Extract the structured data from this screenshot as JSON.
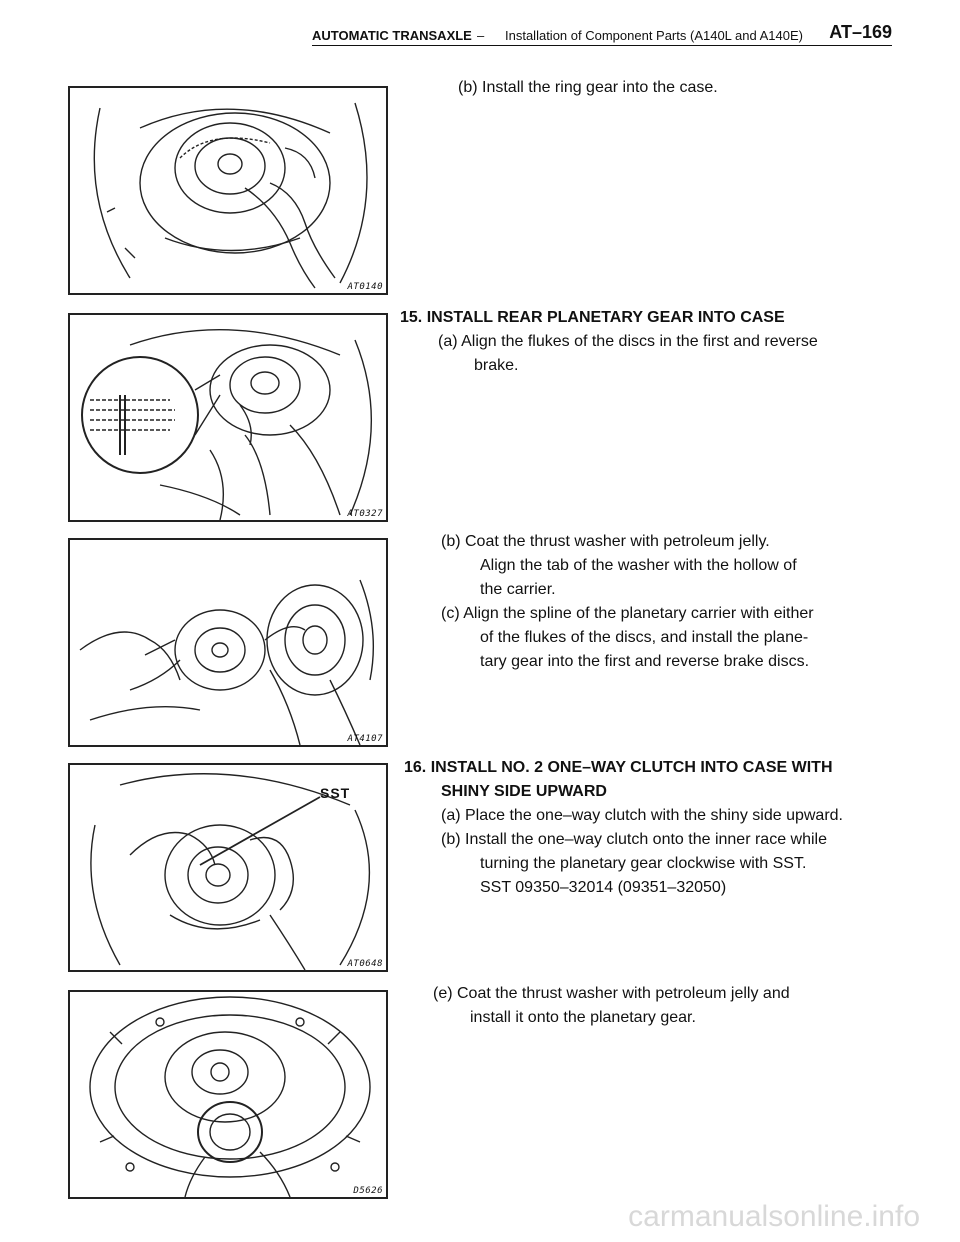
{
  "header": {
    "section": "AUTOMATIC TRANSAXLE",
    "separator": "–",
    "subtitle": "Installation of Component Parts (A140L and A140E)",
    "page": "AT–169"
  },
  "figures": [
    {
      "code": "AT0140"
    },
    {
      "code": "AT0327"
    },
    {
      "code": "AT4107"
    },
    {
      "code": "AT0648",
      "label": "SST"
    },
    {
      "code": "D5626"
    }
  ],
  "blocks": {
    "ring_gear": "(b) Install the ring gear into the case.",
    "step15_title": "15. INSTALL REAR PLANETARY GEAR INTO CASE",
    "step15_a_1": "(a) Align the flukes of the discs in the first and reverse",
    "step15_a_2": "brake.",
    "step15_b_1": "(b) Coat the thrust washer with petroleum jelly.",
    "step15_b_2": "Align the tab of the washer with the hollow of",
    "step15_b_3": "the carrier.",
    "step15_c_1": "(c) Align the spline of the planetary carrier with either",
    "step15_c_2": "of the flukes of the discs, and install the plane-",
    "step15_c_3": "tary gear into the first and reverse brake discs.",
    "step16_title_1": "16. INSTALL NO. 2 ONE–WAY CLUTCH INTO CASE WITH",
    "step16_title_2": "SHINY SIDE UPWARD",
    "step16_a": "(a) Place the one–way clutch with the shiny side upward.",
    "step16_b_1": "(b) Install the one–way clutch onto the inner race while",
    "step16_b_2": "turning the planetary gear clockwise with SST.",
    "step16_b_3": "SST 09350–32014 (09351–32050)",
    "step16_e_1": "(e) Coat the thrust washer with petroleum jelly and",
    "step16_e_2": "install it onto the planetary gear."
  },
  "footer": "carmanualsonline.info"
}
